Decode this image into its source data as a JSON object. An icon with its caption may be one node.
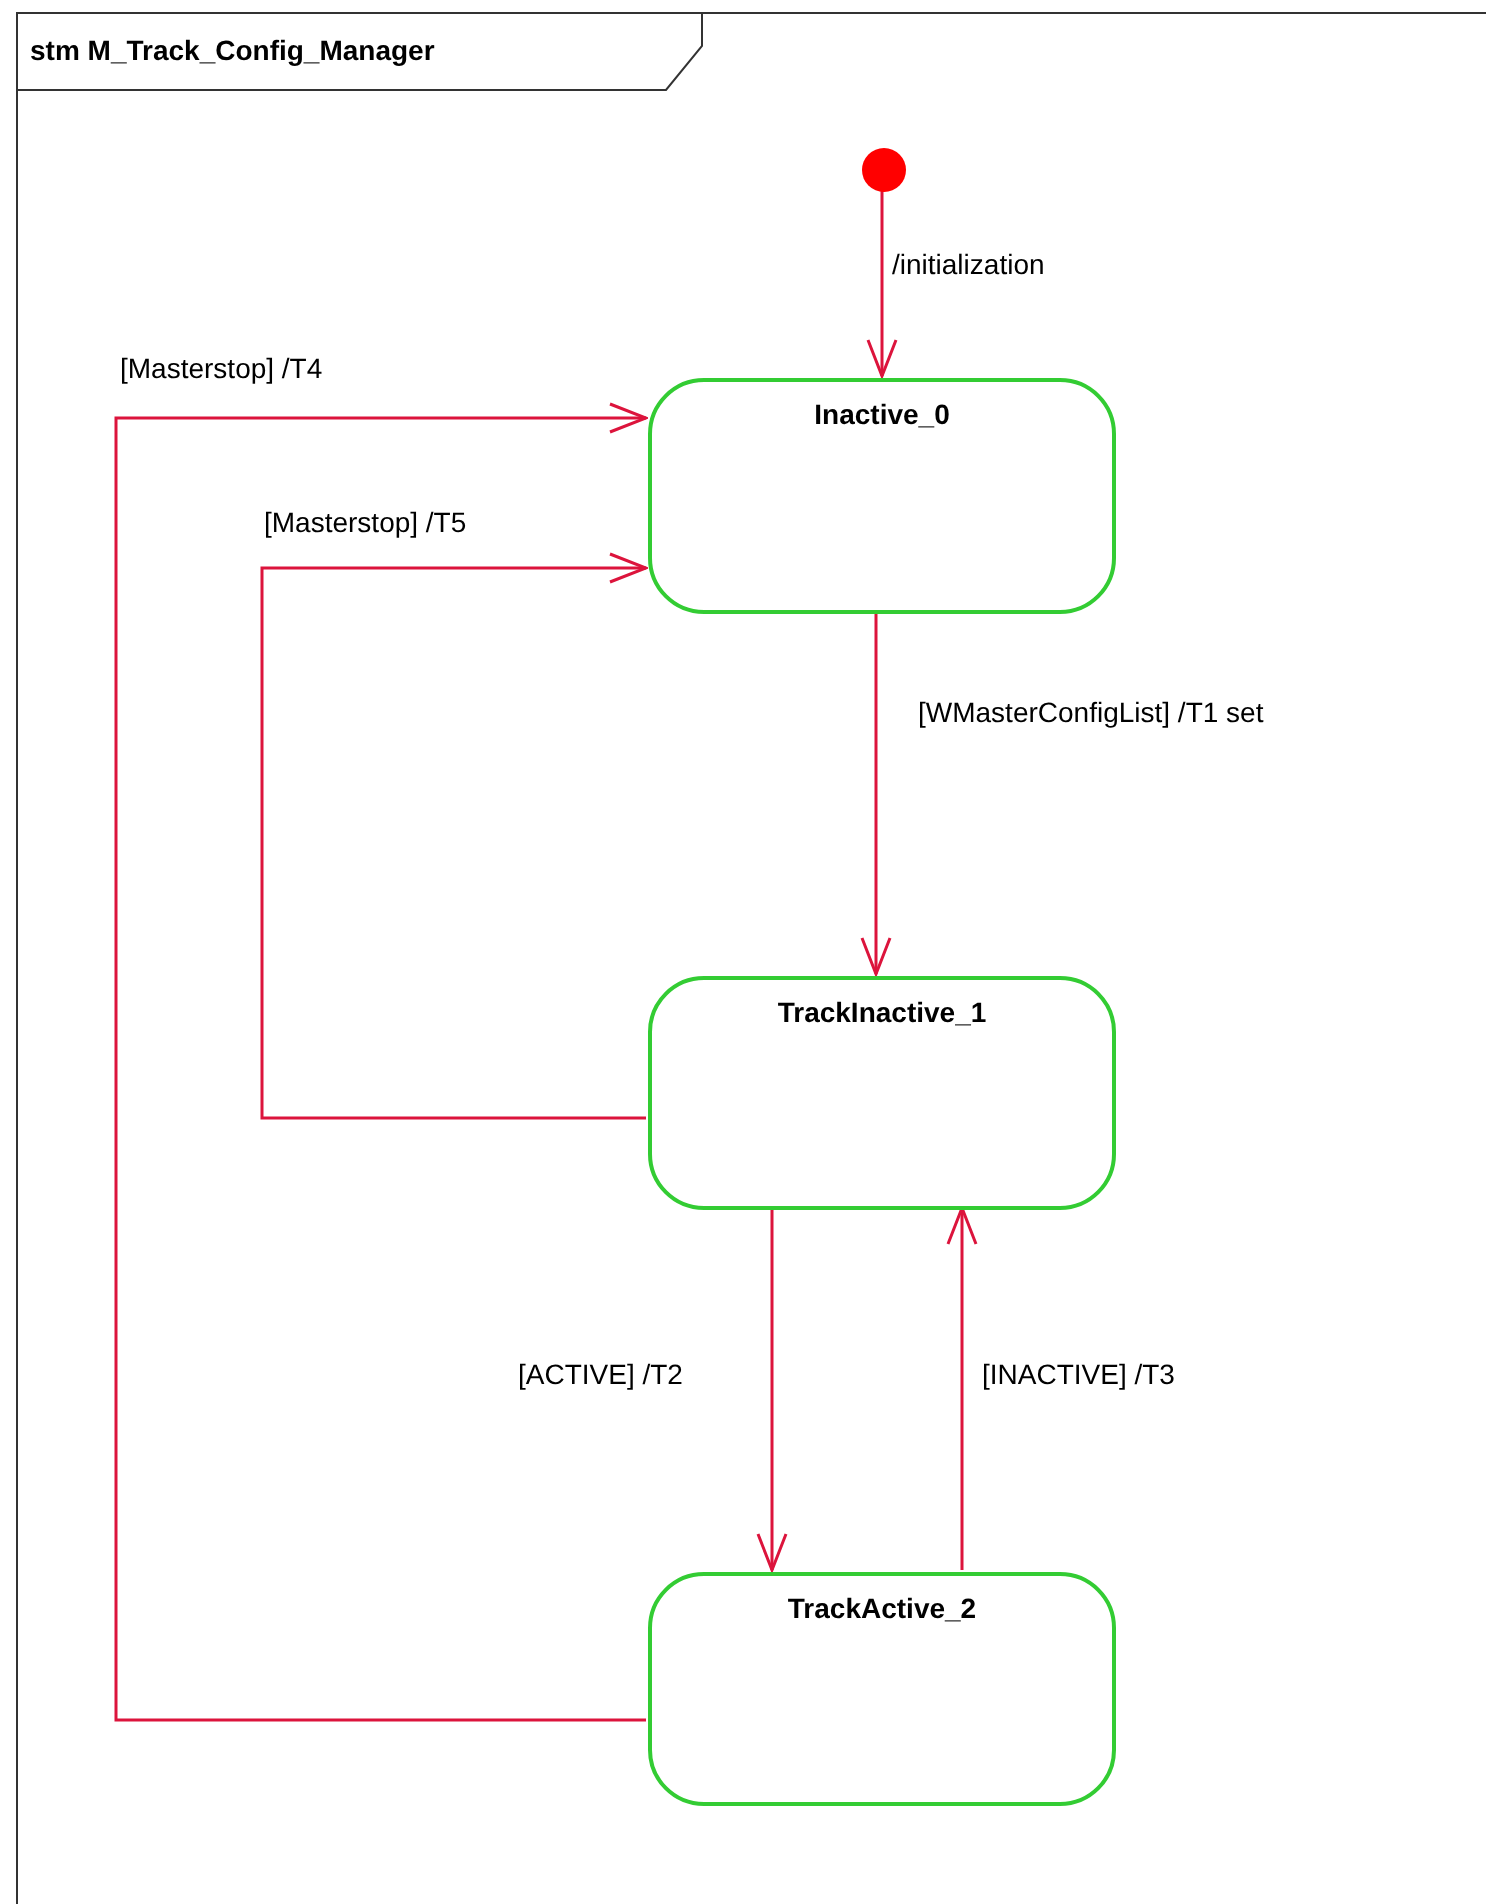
{
  "diagram": {
    "nodes": [
      {
        "text": [
          "stm M_Track_Config_Manager"
        ]
      },
      {
        "text": [],
        "shape": "circle",
        "in": 0
      },
      {
        "text": [
          "Inactive_0"
        ],
        "in": 0
      },
      {
        "text": [
          "TrackInactive_1"
        ],
        "in": 0
      },
      {
        "text": [
          "TrackActive_2"
        ],
        "in": 0
      }
    ],
    "edges": [
      {
        "from": 1,
        "to": 2,
        "arrow": "to",
        "label": "/initialization"
      },
      {
        "from": 2,
        "to": 3,
        "arrow": "to",
        "label": "[WMasterConfigList] /T1 set"
      },
      {
        "from": 3,
        "to": 4,
        "arrow": "to",
        "label": "[ACTIVE] /T2"
      },
      {
        "from": 4,
        "to": 3,
        "arrow": "to",
        "label": "[INACTIVE] /T3"
      },
      {
        "from": 4,
        "to": 2,
        "arrow": "to",
        "label": "[Masterstop] /T4"
      },
      {
        "from": 3,
        "to": 2,
        "arrow": "to",
        "label": "[Masterstop] /T5"
      }
    ]
  }
}
